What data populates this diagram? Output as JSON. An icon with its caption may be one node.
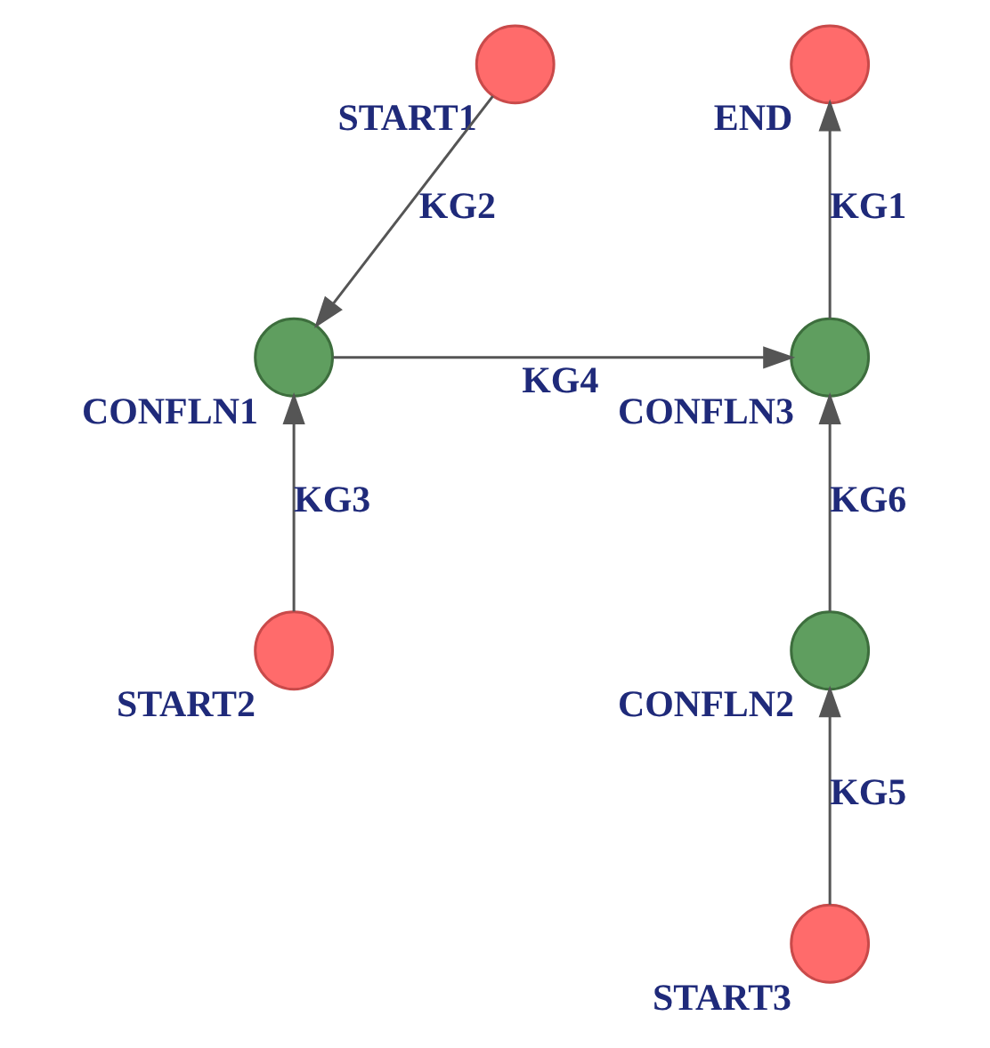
{
  "diagram": {
    "nodes": [
      {
        "text": [
          "START1"
        ]
      },
      {
        "text": [
          "START2"
        ]
      },
      {
        "text": [
          "CONFLN1"
        ]
      },
      {
        "text": [
          "END"
        ]
      },
      {
        "text": [
          "CONFLN3"
        ]
      },
      {
        "text": [
          "CONFLN2"
        ]
      },
      {
        "text": [
          "START3"
        ]
      }
    ],
    "edges": [
      {
        "from": 0,
        "to": 2,
        "arrow": "to",
        "label": "KG2"
      },
      {
        "from": 1,
        "to": 2,
        "arrow": "to",
        "label": "KG3"
      },
      {
        "from": 2,
        "to": 4,
        "arrow": "to",
        "label": "KG4"
      },
      {
        "from": 4,
        "to": 3,
        "arrow": "to",
        "label": "KG1"
      },
      {
        "from": 5,
        "to": 4,
        "arrow": "to",
        "label": "KG6"
      },
      {
        "from": 6,
        "to": 5,
        "arrow": "to",
        "label": "KG5"
      }
    ]
  }
}
